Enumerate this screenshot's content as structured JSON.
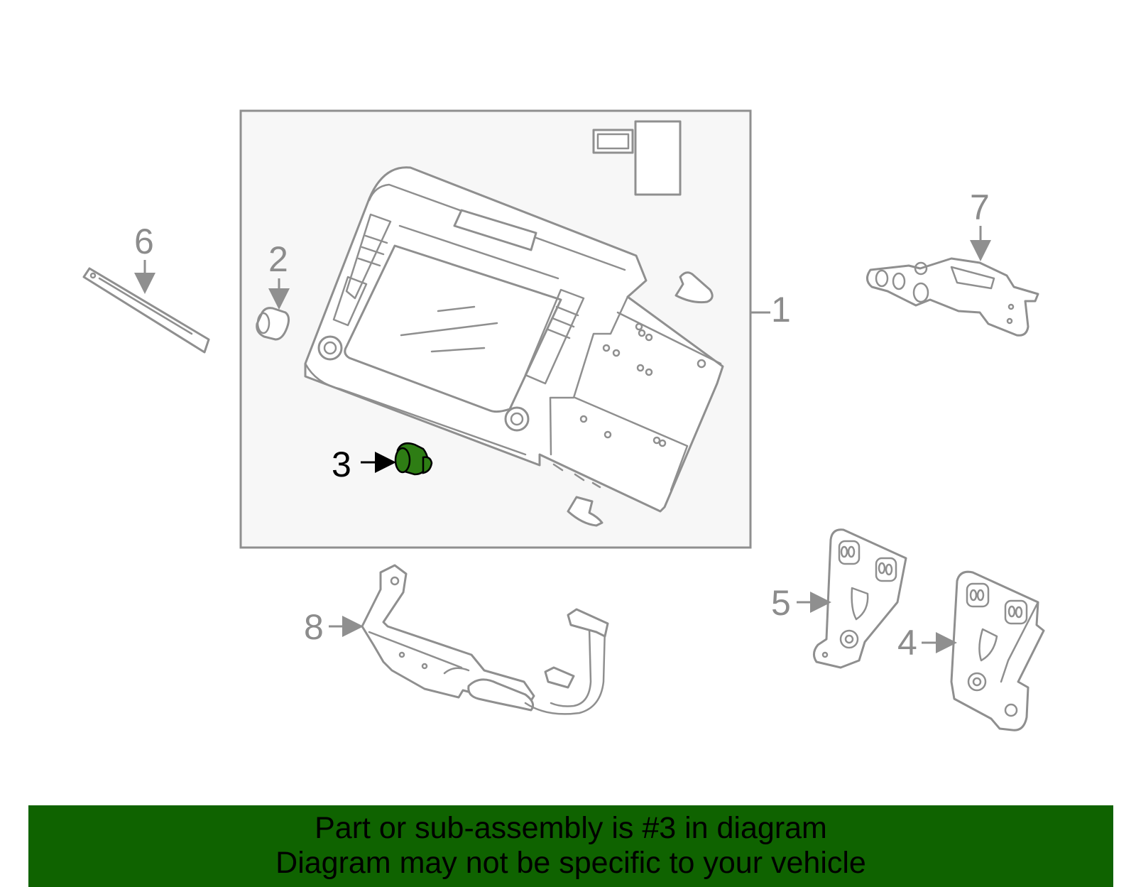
{
  "callouts": {
    "c1": "1",
    "c2": "2",
    "c3": "3",
    "c4": "4",
    "c5": "5",
    "c6": "6",
    "c7": "7",
    "c8": "8"
  },
  "highlight_color": "#2e7d14",
  "banner": {
    "line1": "Part or sub-assembly is #3 in diagram",
    "line2": "Diagram may not be specific to your vehicle",
    "background": "#0f6300"
  }
}
